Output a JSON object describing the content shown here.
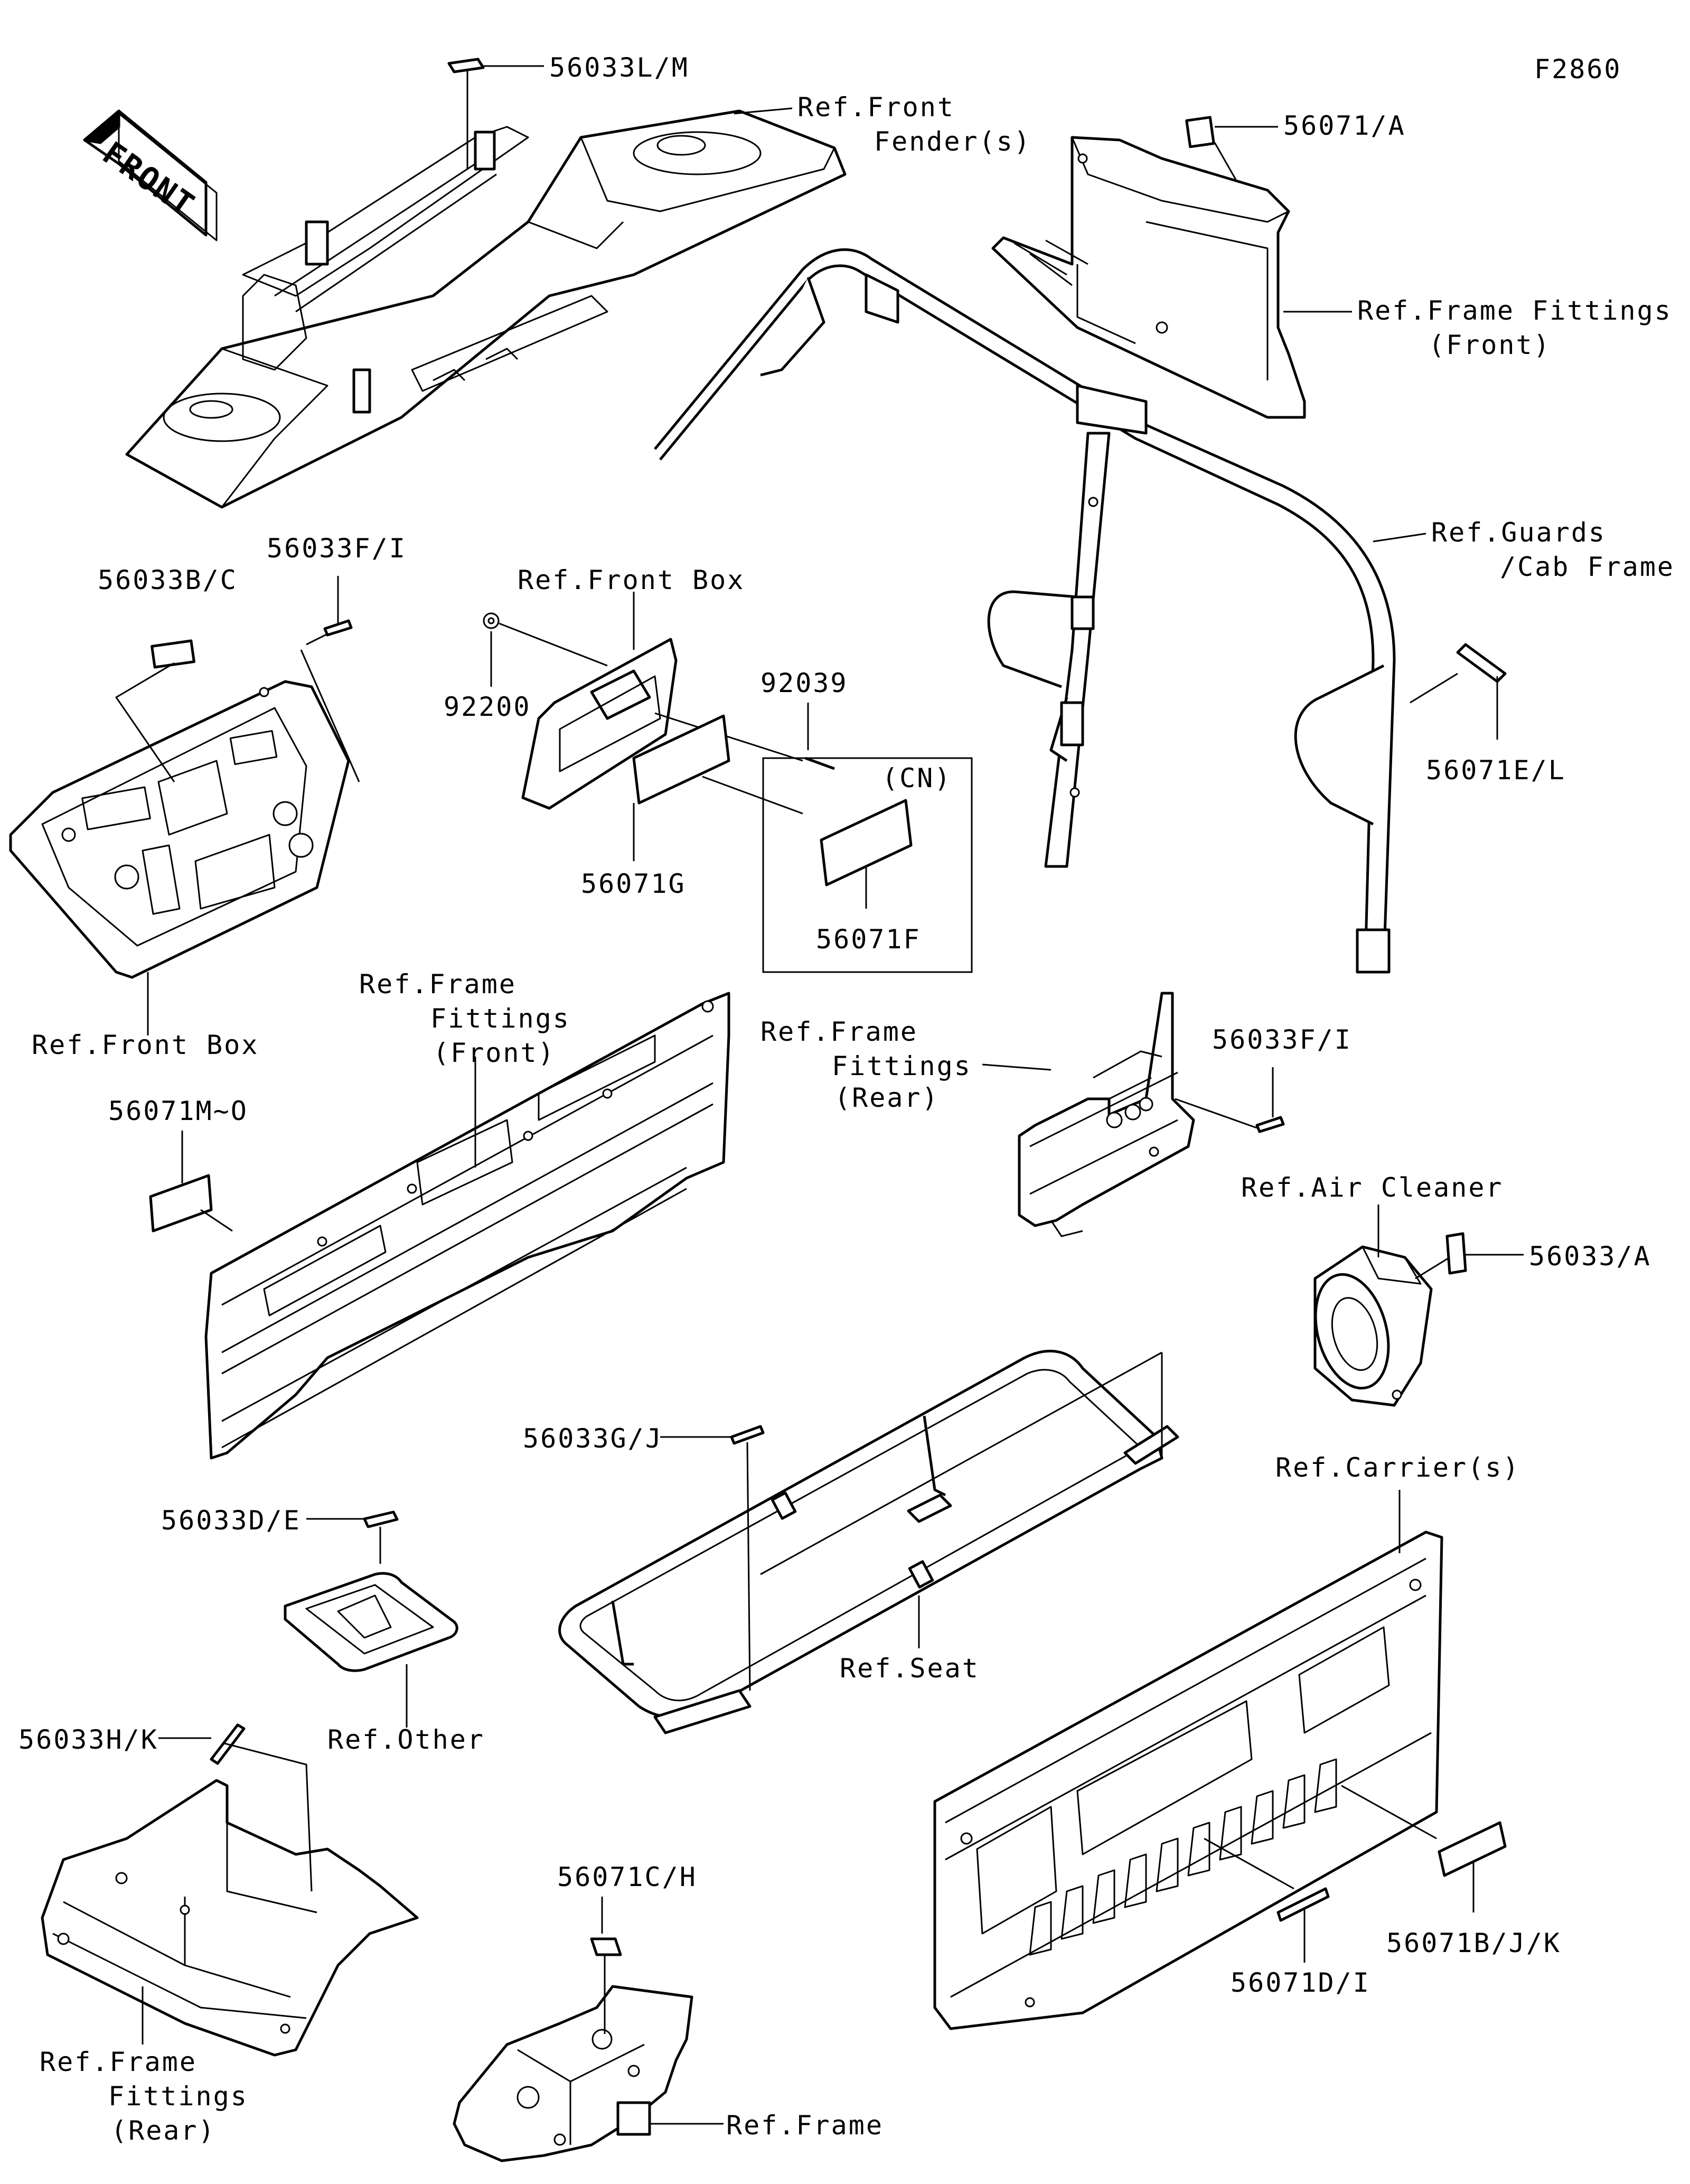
{
  "figure_number": "F2860",
  "front_arrow": "FRONT",
  "labels": {
    "l1": "56033L/M",
    "l2a": "Ref.Front",
    "l2b": "Fender(s)",
    "l3": "56071/A",
    "l4a": "Ref.Frame Fittings",
    "l4b": "(Front)",
    "l5a": "Ref.Guards",
    "l5b": "/Cab Frame",
    "l6": "56033B/C",
    "l7": "56033F/I",
    "l8": "Ref.Front Box",
    "l9": "92200",
    "l10": "92039",
    "l11": "(CN)",
    "l12": "56071G",
    "l13": "56071F",
    "l14": "56071E/L",
    "l15": "Ref.Front Box",
    "l16a": "Ref.Frame",
    "l16b": "Fittings",
    "l16c": "(Front)",
    "l17a": "Ref.Frame",
    "l17b": "Fittings",
    "l17c": "(Rear)",
    "l18": "56033F/I",
    "l19": "56071M~O",
    "l20": "Ref.Air Cleaner",
    "l21": "56033/A",
    "l22": "56033G/J",
    "l23": "Ref.Carrier(s)",
    "l24": "56033D/E",
    "l25": "Ref.Seat",
    "l26": "Ref.Other",
    "l27": "56033H/K",
    "l28": "56071C/H",
    "l29": "56071B/J/K",
    "l30": "56071D/I",
    "l31a": "Ref.Frame",
    "l31b": "Fittings",
    "l31c": "(Rear)",
    "l32": "Ref.Frame"
  }
}
